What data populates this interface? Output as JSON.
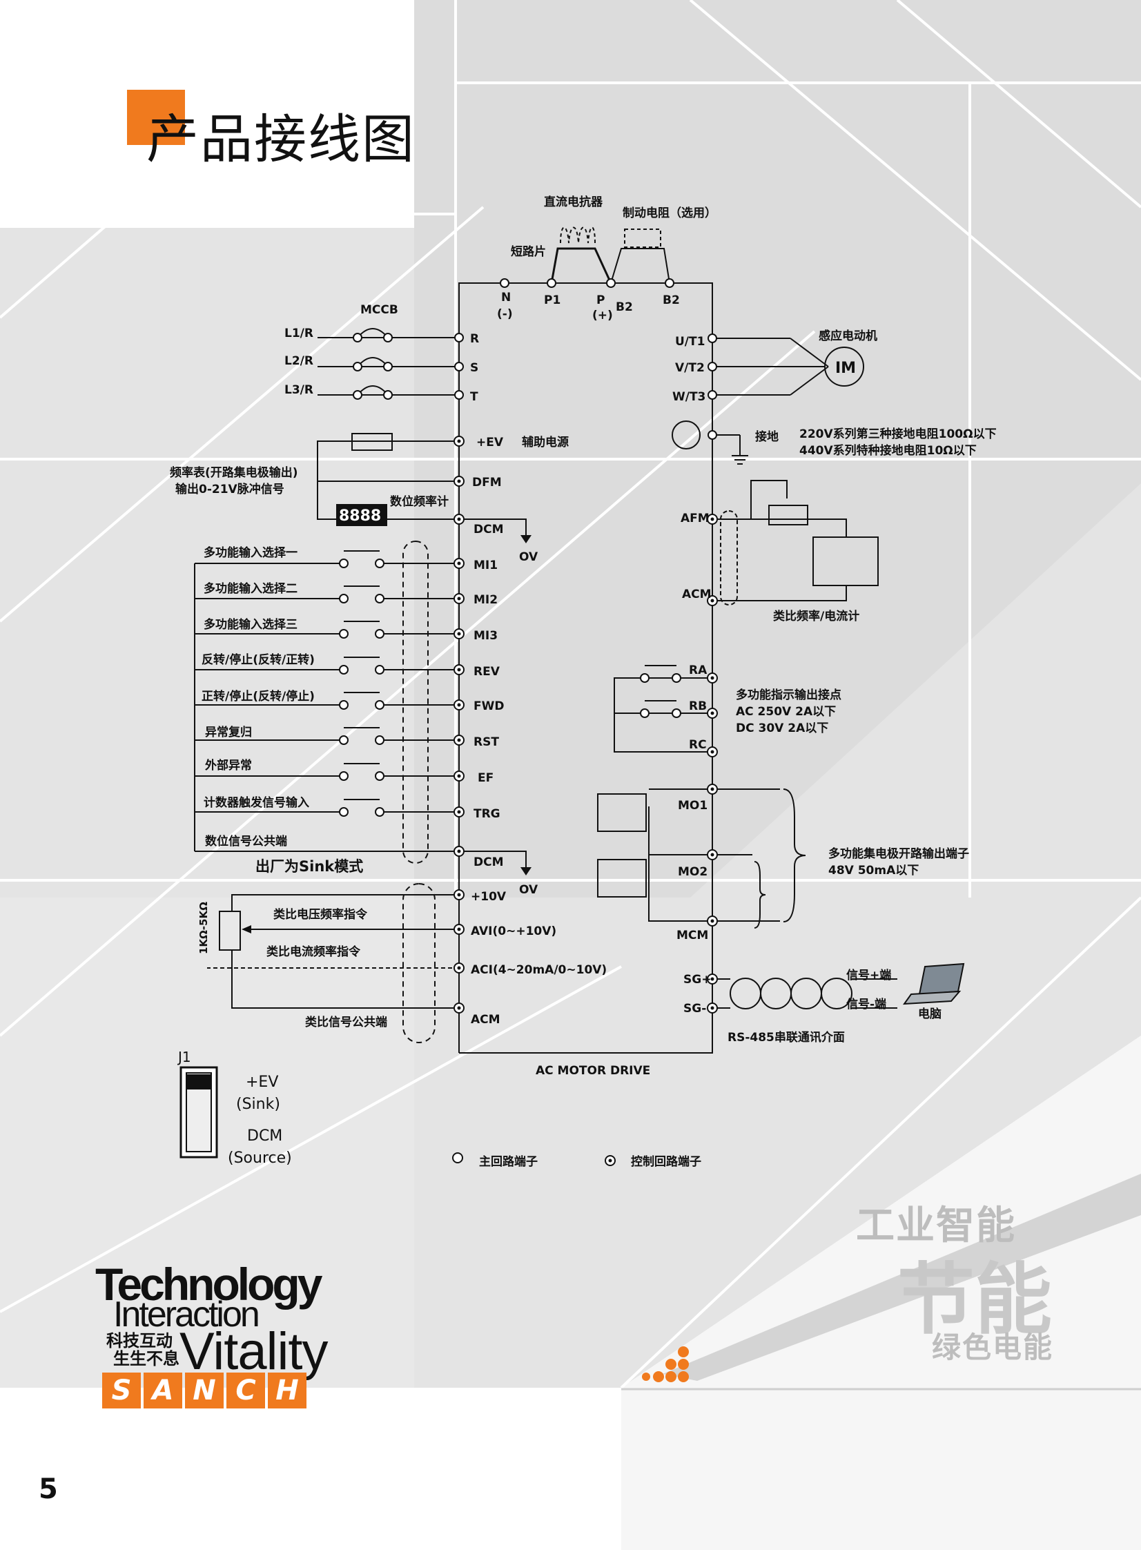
{
  "page": {
    "title": "产品接线图",
    "page_number": "5"
  },
  "diagram": {
    "top_labels": {
      "dc_reactor": "直流电抗器",
      "brake_resistor": "制动电阻（选用）",
      "short_bar": "短路片",
      "n_terminal": "N",
      "n_sign": "(-)",
      "p1": "P1",
      "p_terminal": "P",
      "p_sign": "(+)",
      "b2_a": "B2",
      "b2_b": "B2"
    },
    "input": {
      "mccb": "MCCB",
      "l1": "L1/R",
      "l2": "L2/R",
      "l3": "L3/R",
      "r": "R",
      "s": "S",
      "t": "T"
    },
    "motor": {
      "label": "感应电动机",
      "im": "IM",
      "u": "U/T1",
      "v": "V/T2",
      "w": "W/T3"
    },
    "ground": {
      "label": "接地",
      "note1": "220V系列第三种接地电阻100Ω以下",
      "note2": "440V系列特种接地电阻10Ω以下"
    },
    "left": {
      "ev": "+EV",
      "aux": "辅助电源",
      "freq_meter1": "频率表(开路集电极输出)",
      "freq_meter2": "输出0-21V脉冲信号",
      "dfm": "DFM",
      "digital_counter": "数位频率计",
      "counter_display": "8888",
      "dcm1": "DCM",
      "ov1": "OV",
      "mi1_label": "多功能输入选择一",
      "mi1": "MI1",
      "mi2_label": "多功能输入选择二",
      "mi2": "MI2",
      "mi3_label": "多功能输入选择三",
      "mi3": "MI3",
      "rev_label": "反转/停止(反转/正转)",
      "rev": "REV",
      "fwd_label": "正转/停止(反转/停止)",
      "fwd": "FWD",
      "rst_label": "异常复归",
      "rst": "RST",
      "ef_label": "外部异常",
      "ef": "EF",
      "trg_label": "计数器触发信号输入",
      "trg": "TRG",
      "common_label": "数位信号公共端",
      "sink_default": "出厂为Sink模式",
      "dcm2": "DCM",
      "ov2": "OV",
      "v10": "+10V",
      "pot": "1KΩ-5KΩ",
      "avi_label": "类比电压频率指令",
      "avi": "AVI(0~+10V)",
      "aci_label": "类比电流频率指令",
      "aci": "ACI(4~20mA/0~10V)",
      "acm_label": "类比信号公共端",
      "acm": "ACM"
    },
    "right": {
      "afm": "AFM",
      "acm": "ACM",
      "meter_label": "类比频率/电流计",
      "ra": "RA",
      "rb": "RB",
      "rc": "RC",
      "relay1": "多功能指示输出接点",
      "relay2": "AC 250V 2A以下",
      "relay3": "DC 30V 2A以下",
      "mo1": "MO1",
      "mo2": "MO2",
      "mcm": "MCM",
      "oc1": "多功能集电极开路输出端子",
      "oc2": "48V 50mA以下",
      "sgp": "SG+",
      "sgn": "SG-",
      "sig_p": "信号+端",
      "sig_n": "信号-端",
      "pc": "电脑",
      "rs485": "RS-485串联通讯介面"
    },
    "drive_label": "AC MOTOR DRIVE",
    "j1": {
      "label": "J1",
      "ev": "+EV",
      "sink": "(Sink)",
      "dcm": "DCM",
      "source": "(Source)"
    },
    "legend": {
      "main": "主回路端子",
      "control": "控制回路端子"
    }
  },
  "brand": {
    "line1": "Technology",
    "line2": "Interaction",
    "line3": "Vitality",
    "cn1": "科技互动",
    "cn2": "生生不息",
    "letters": [
      "S",
      "A",
      "N",
      "C",
      "H"
    ]
  },
  "slogan": {
    "line1": "工业智能",
    "line2": "节能",
    "line3": "绿色电能"
  },
  "colors": {
    "accent": "#f07a1e",
    "background_gray": "#e2e2e2",
    "line": "#111111"
  }
}
